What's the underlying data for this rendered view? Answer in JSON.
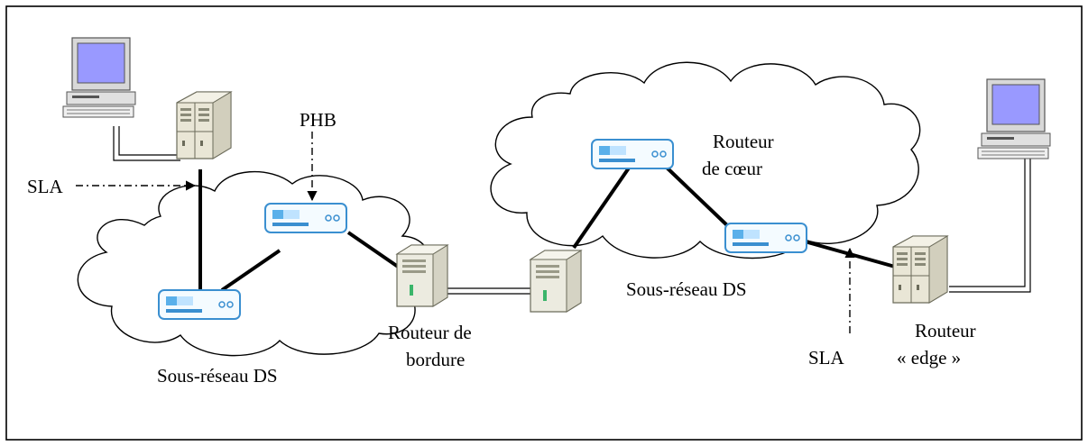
{
  "labels": {
    "phb": "PHB",
    "sla_left": "SLA",
    "sla_right": "SLA",
    "routeur_coeur_1": "Routeur",
    "routeur_coeur_2": "de cœur",
    "routeur_bordure_1": "Routeur de",
    "routeur_bordure_2": "bordure",
    "sous_reseau_left": "Sous-réseau DS",
    "sous_reseau_right": "Sous-réseau DS",
    "routeur_edge_1": "Routeur",
    "routeur_edge_2": "« edge »"
  },
  "colors": {
    "border": "#000000",
    "cloud_fill": "#ffffff",
    "monitor_screen": "#9999ff",
    "router_body": "#f4fbff",
    "router_stroke": "#3a8fd0",
    "server_body": "#e9e6d6"
  }
}
